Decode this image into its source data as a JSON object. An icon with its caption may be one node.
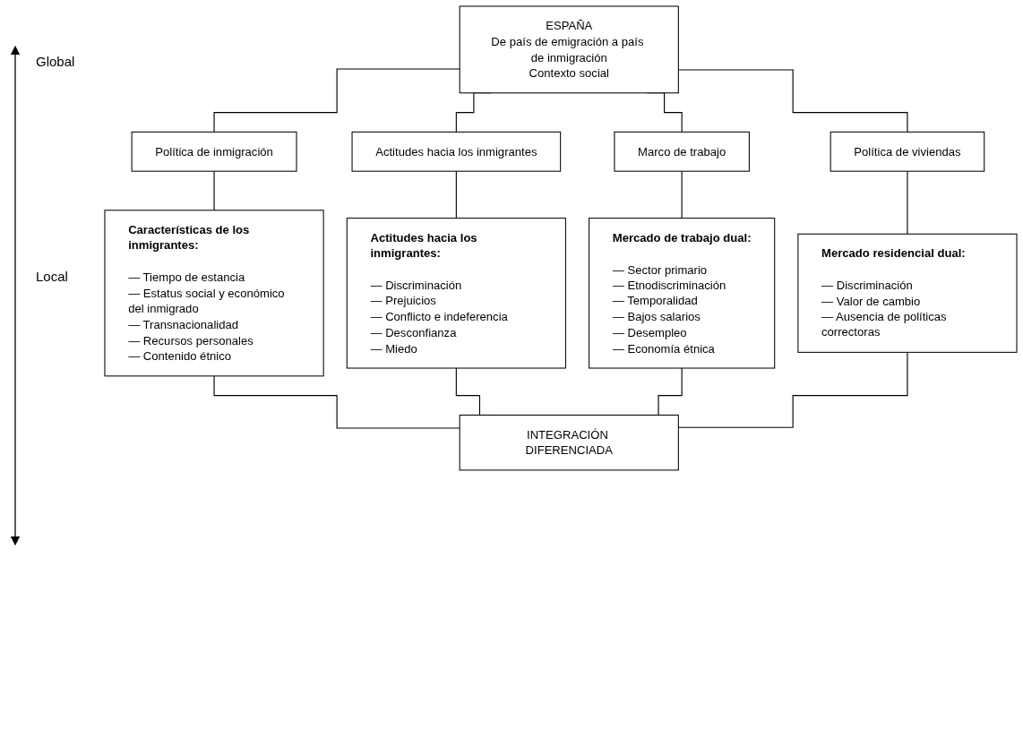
{
  "diagram": {
    "nodes": [
      {
        "text": [
          "ESPAÑA",
          "De país de emigración a país de inmigración",
          "Contexto social"
        ]
      },
      {
        "text": [
          "Política de inmigración"
        ]
      },
      {
        "text": [
          "Actitudes hacia los inmigrantes"
        ]
      },
      {
        "text": [
          "Marco de trabajo"
        ]
      },
      {
        "text": [
          "Política de viviendas"
        ]
      },
      {
        "text": [
          "Características de los inmigrantes:",
          "— Tiempo de estancia",
          "— Estatus social y económico del inmigrado",
          "— Transnacionalidad",
          "— Recursos personales",
          "— Contenido étnico"
        ]
      },
      {
        "text": [
          "Actitudes hacia los inmigrantes:",
          "— Discriminación",
          "— Prejuicios",
          "— Conflicto e indeferencia",
          "— Desconfianza",
          "— Miedo"
        ]
      },
      {
        "text": [
          "Mercado de trabajo dual:",
          "— Sector primario",
          "— Etnodiscriminación",
          "— Temporalidad",
          "— Bajos salarios",
          "— Desempleo",
          "— Economía étnica"
        ]
      },
      {
        "text": [
          "Mercado residencial dual:",
          "— Discriminación",
          "— Valor de cambio",
          "— Ausencia de políticas correctoras"
        ]
      },
      {
        "text": [
          "INTEGRACIÓN DIFERENCIADA"
        ]
      }
    ],
    "edges": [
      {
        "from": 0,
        "to": 1,
        "arrow": "none"
      },
      {
        "from": 0,
        "to": 2,
        "arrow": "none"
      },
      {
        "from": 0,
        "to": 3,
        "arrow": "none"
      },
      {
        "from": 0,
        "to": 4,
        "arrow": "none"
      },
      {
        "from": 1,
        "to": 5,
        "arrow": "none"
      },
      {
        "from": 2,
        "to": 6,
        "arrow": "none"
      },
      {
        "from": 3,
        "to": 7,
        "arrow": "none"
      },
      {
        "from": 4,
        "to": 8,
        "arrow": "none"
      },
      {
        "from": 5,
        "to": 9,
        "arrow": "none"
      },
      {
        "from": 6,
        "to": 9,
        "arrow": "none"
      },
      {
        "from": 7,
        "to": 9,
        "arrow": "none"
      },
      {
        "from": 8,
        "to": 9,
        "arrow": "none"
      }
    ],
    "labels": [
      "Global",
      "Local"
    ]
  }
}
